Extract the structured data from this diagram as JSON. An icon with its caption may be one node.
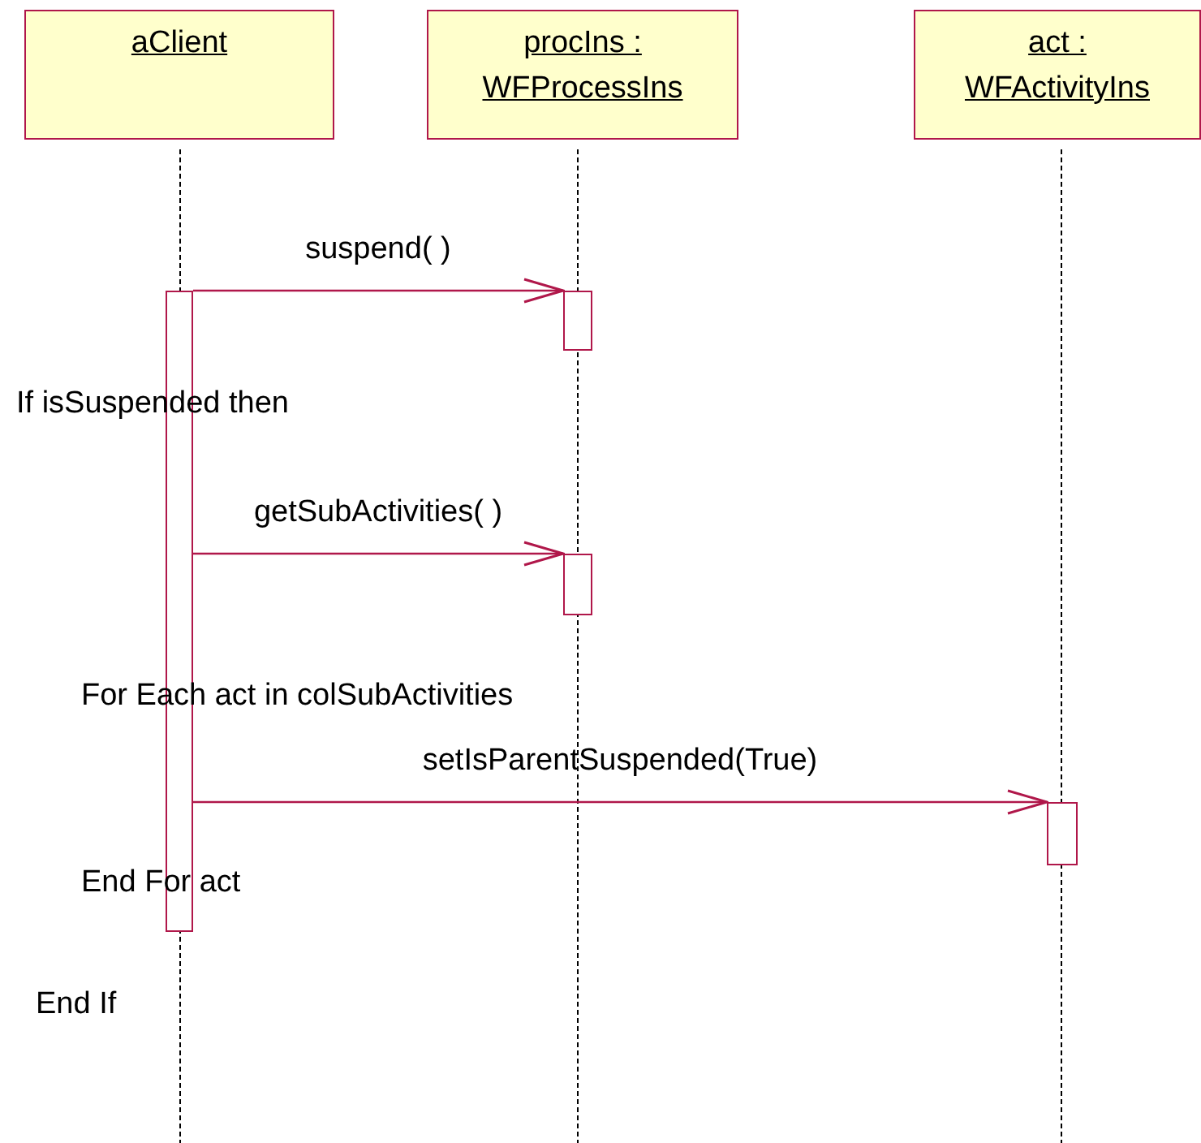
{
  "diagram": {
    "nodes": [
      {
        "text": [
          "aClient"
        ]
      },
      {
        "text": [
          "procIns : WFProcessIns"
        ]
      },
      {
        "text": [
          "act : WFActivityIns"
        ]
      },
      {
        "text": [],
        "shape": "bar"
      },
      {
        "text": [],
        "shape": "bar"
      },
      {
        "text": [],
        "shape": "bar"
      },
      {
        "text": [],
        "shape": "bar"
      }
    ],
    "edges": [
      {
        "from": 3,
        "to": 4,
        "arrow": "to",
        "label": "suspend( )"
      },
      {
        "from": 3,
        "to": 5,
        "arrow": "to",
        "label": "getSubActivities( )"
      },
      {
        "from": 3,
        "to": 6,
        "arrow": "to",
        "label": "setIsParentSuspended(True)"
      }
    ],
    "labels": [
      "If isSuspended then",
      "For Each act in colSubActivities",
      "End For act",
      "End If"
    ]
  }
}
